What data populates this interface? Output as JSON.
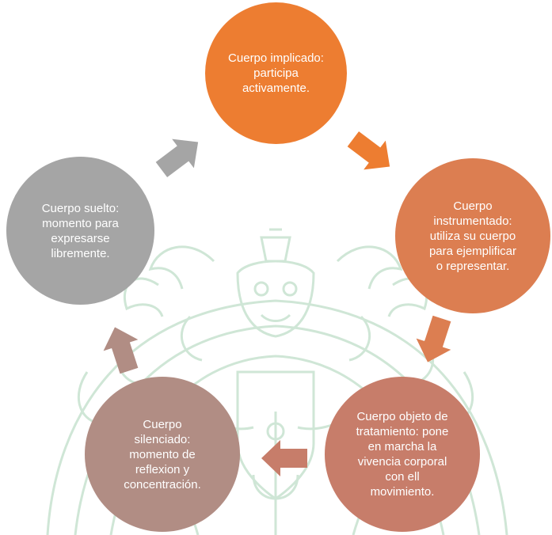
{
  "diagram": {
    "nodes": [
      {
        "id": "node-1",
        "text": "Cuerpo implicado:\nparticipa\nactivamente.",
        "color": "#ED7D31"
      },
      {
        "id": "node-2",
        "text": "Cuerpo\ninstrumentado:\nutiliza su cuerpo\npara ejemplificar\no representar.",
        "color": "#DC7E51"
      },
      {
        "id": "node-3",
        "text": "Cuerpo objeto de\ntratamiento: pone\nen marcha  la\nvivencia corporal\ncon ell\nmovimiento.",
        "color": "#C77D6A"
      },
      {
        "id": "node-4",
        "text": "Cuerpo\nsilenciado:\nmomento de\nreflexion y\nconcentración.",
        "color": "#B18D84"
      },
      {
        "id": "node-5",
        "text": "Cuerpo  suelto:\nmomento para\nexpresarse\nlibremente.",
        "color": "#A5A5A5"
      }
    ],
    "arrows": [
      {
        "from": "node-1",
        "to": "node-2",
        "color": "#ED7D31"
      },
      {
        "from": "node-2",
        "to": "node-3",
        "color": "#DC7E51"
      },
      {
        "from": "node-3",
        "to": "node-4",
        "color": "#C77D6A"
      },
      {
        "from": "node-4",
        "to": "node-5",
        "color": "#B18D84"
      },
      {
        "from": "node-5",
        "to": "node-1",
        "color": "#A5A5A5"
      }
    ],
    "watermark_color": "#CFE6D6"
  }
}
